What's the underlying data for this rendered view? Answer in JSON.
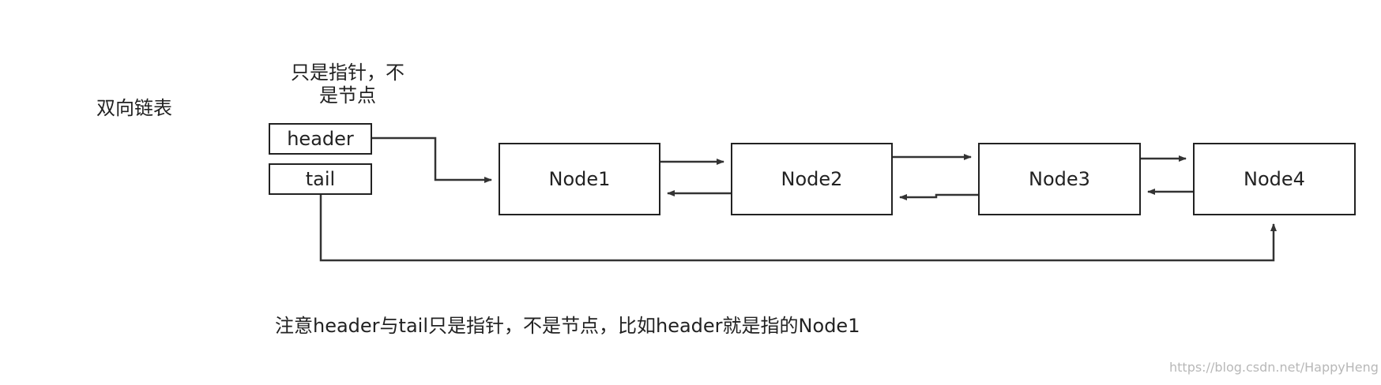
{
  "title": "双向链表",
  "pointer_note": [
    "只是指针，不",
    "是节点"
  ],
  "pointers": {
    "header": "header",
    "tail": "tail"
  },
  "nodes": [
    "Node1",
    "Node2",
    "Node3",
    "Node4"
  ],
  "footnote": "注意header与tail只是指针，不是节点，比如header就是指的Node1",
  "watermark": "https://blog.csdn.net/HappyHeng",
  "colors": {
    "line": "#333333",
    "text": "#222222",
    "watermark": "#b8b8b8"
  }
}
